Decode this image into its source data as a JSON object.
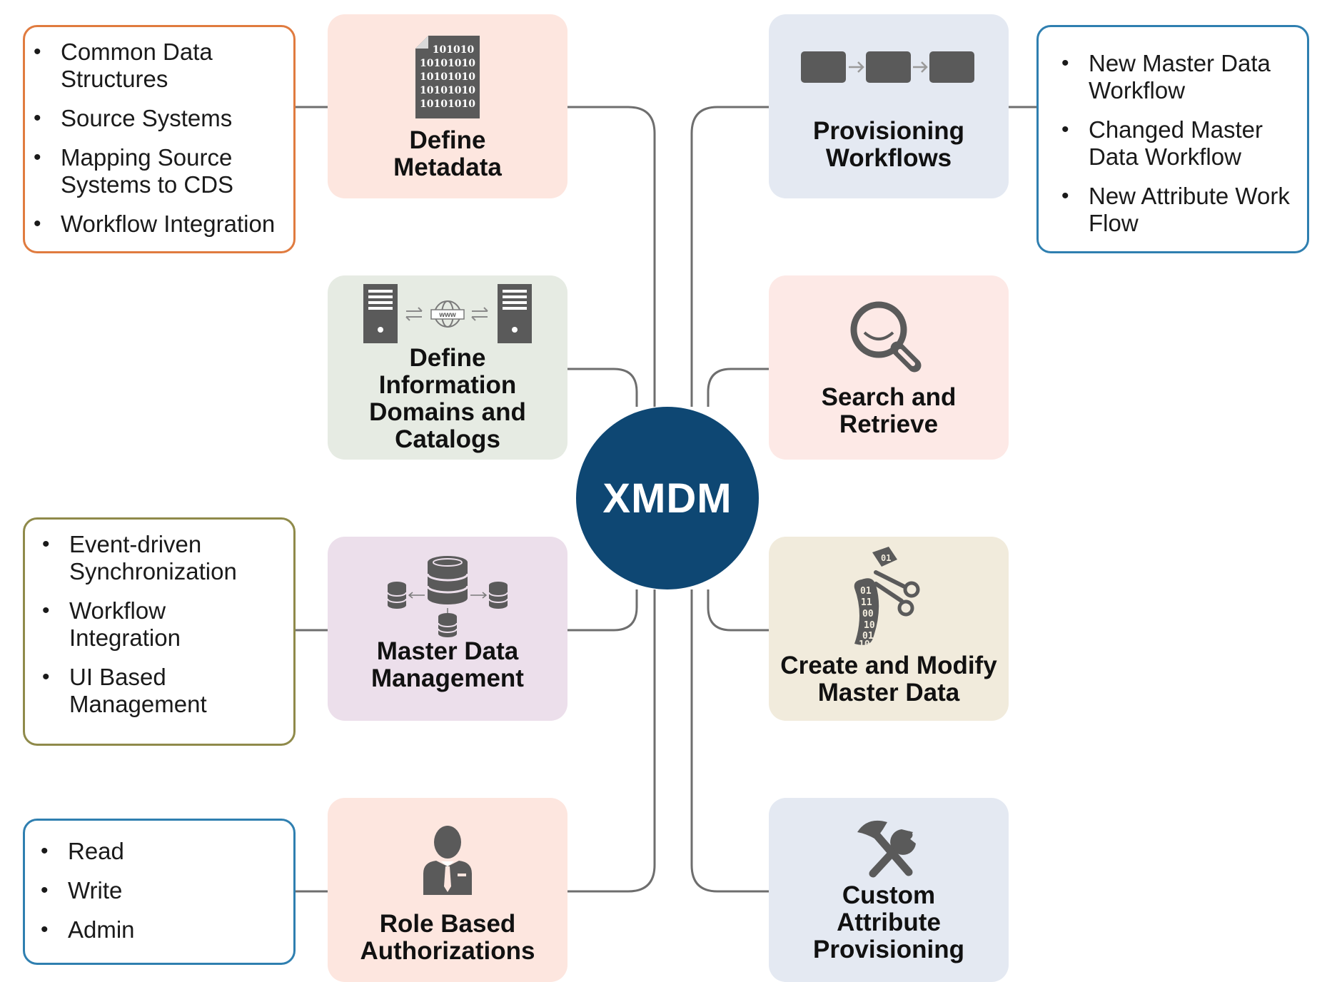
{
  "hub": {
    "label": "XMDM",
    "color": "#0e4773"
  },
  "nodes": {
    "define_metadata": {
      "label": [
        "Define",
        "Metadata"
      ],
      "icon": "binary-document-icon",
      "icon_text": [
        "101010",
        "10101010",
        "10101010",
        "10101010",
        "10101010"
      ],
      "color": "#fde6df"
    },
    "define_domains": {
      "label": [
        "Define",
        "Information",
        "Domains and",
        "Catalogs"
      ],
      "icon": "servers-network-icon",
      "icon_text": "www",
      "color": "#e6ebe3"
    },
    "master_data_mgmt": {
      "label": [
        "Master Data",
        "Management"
      ],
      "icon": "databases-icon",
      "color": "#ecdfeb"
    },
    "role_auth": {
      "label": [
        "Role Based",
        "Authorizations"
      ],
      "icon": "user-tie-icon",
      "color": "#fde6df"
    },
    "provisioning_workflows": {
      "label": [
        "Provisioning",
        "Workflows"
      ],
      "icon": "workflow-steps-icon",
      "color": "#e4e9f2"
    },
    "search_retrieve": {
      "label": [
        "Search and",
        "Retrieve"
      ],
      "icon": "magnifier-icon",
      "color": "#fde9e6"
    },
    "create_modify": {
      "label": [
        "Create and Modify",
        "Master Data"
      ],
      "icon": "data-scissors-icon",
      "icon_text": [
        "01",
        "01",
        "11",
        "00",
        "10",
        "01",
        "10"
      ],
      "color": "#f1ebdc"
    },
    "custom_attr": {
      "label": [
        "Custom",
        "Attribute",
        "Provisioning"
      ],
      "icon": "tools-icon",
      "color": "#e4e9f2"
    }
  },
  "info_boxes": {
    "metadata": {
      "border": "#e07b3f",
      "items": [
        [
          "Common Data",
          "Structures"
        ],
        [
          "Source Systems"
        ],
        [
          "Mapping Source",
          "Systems to CDS"
        ],
        [
          "Workflow Integration"
        ]
      ]
    },
    "mdm": {
      "border": "#8f8a4a",
      "items": [
        [
          "Event-driven",
          "Synchronization"
        ],
        [
          "Workflow",
          "Integration"
        ],
        [
          "UI Based",
          "Management"
        ]
      ]
    },
    "auth": {
      "border": "#2f7fb0",
      "items": [
        [
          "Read"
        ],
        [
          "Write"
        ],
        [
          "Admin"
        ]
      ]
    },
    "workflows": {
      "border": "#2f7fb0",
      "items": [
        [
          "New Master Data",
          "Workflow"
        ],
        [
          "Changed Master",
          "Data Workflow"
        ],
        [
          "New Attribute Work",
          "Flow"
        ]
      ]
    }
  },
  "colors": {
    "connector": "#6e6e6e",
    "icon": "#5a5a5a"
  }
}
